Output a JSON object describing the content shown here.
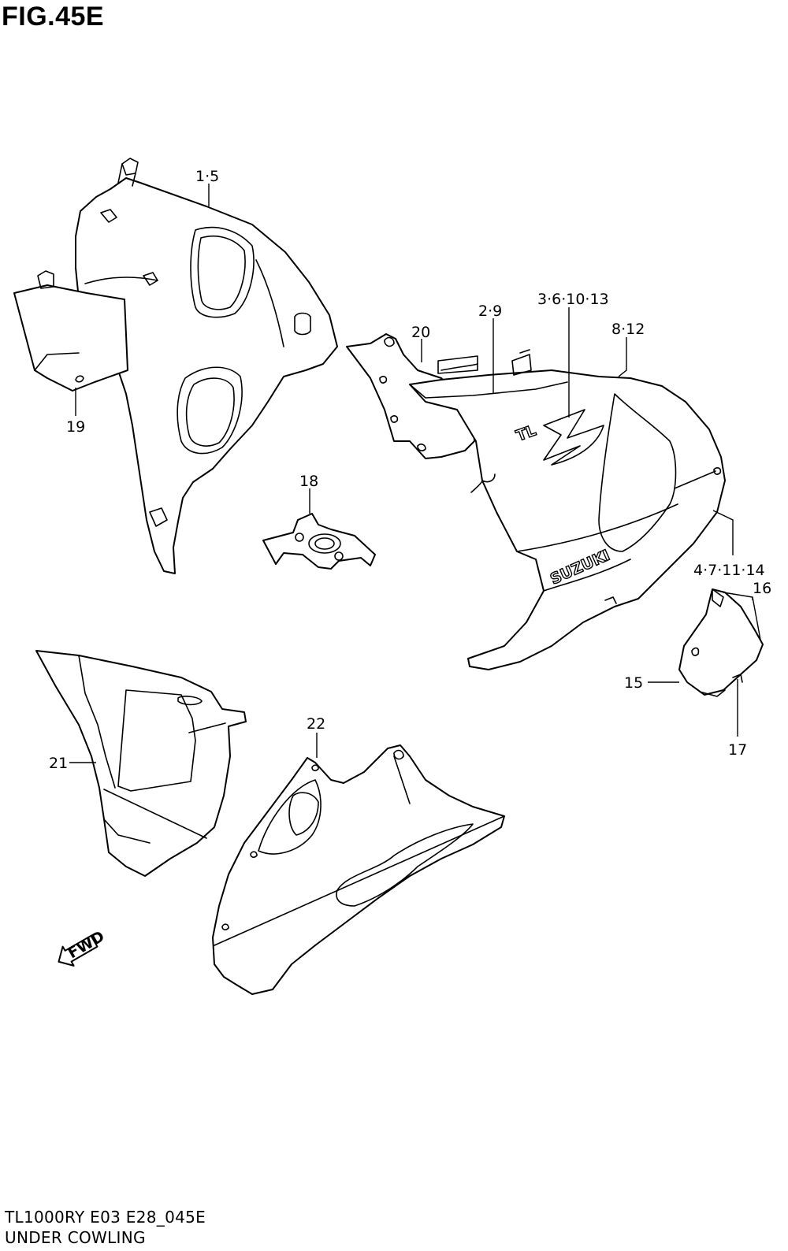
{
  "figure": {
    "title": "FIG.45E",
    "model_code": "TL1000RY E03 E28_045E",
    "name": "UNDER COWLING"
  },
  "callouts": [
    {
      "id": "c-1-5",
      "label": "1·5"
    },
    {
      "id": "c-19",
      "label": "19"
    },
    {
      "id": "c-20",
      "label": "20"
    },
    {
      "id": "c-2-9",
      "label": "2·9"
    },
    {
      "id": "c-3-6-10-13",
      "label": "3·6·10·13"
    },
    {
      "id": "c-8-12",
      "label": "8·12"
    },
    {
      "id": "c-18",
      "label": "18"
    },
    {
      "id": "c-4-7-11-14",
      "label": "4·7·11·14"
    },
    {
      "id": "c-16",
      "label": "16"
    },
    {
      "id": "c-15",
      "label": "15"
    },
    {
      "id": "c-17",
      "label": "17"
    },
    {
      "id": "c-21",
      "label": "21"
    },
    {
      "id": "c-22",
      "label": "22"
    }
  ],
  "decals": {
    "brand": "SUZUKI",
    "model": "TL",
    "fwd_arrow": "FWD"
  }
}
